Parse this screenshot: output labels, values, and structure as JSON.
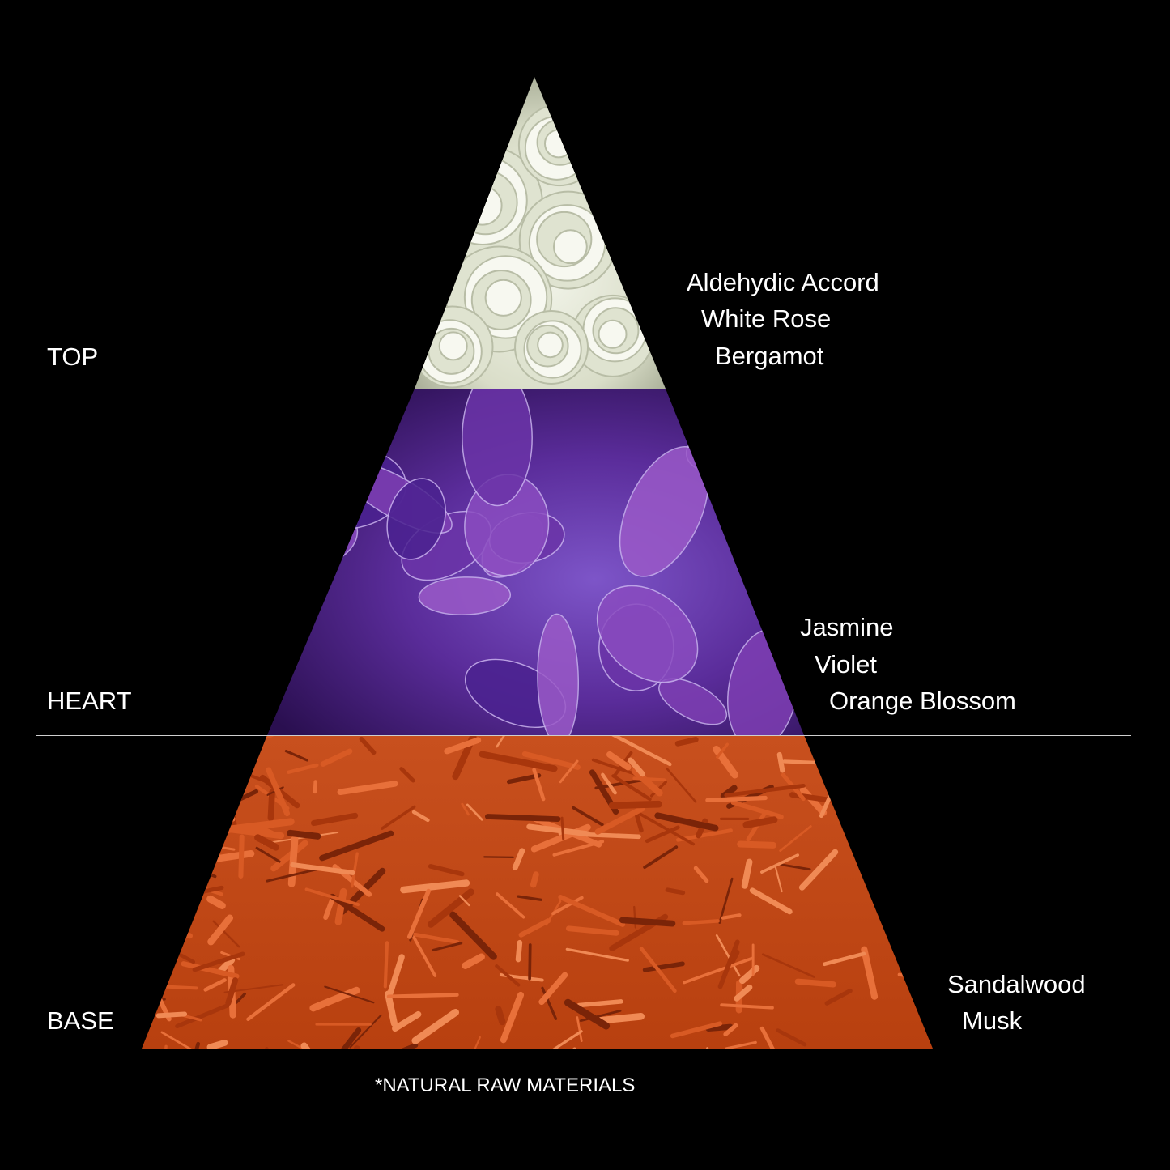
{
  "tiers": [
    {
      "name": "TOP",
      "notes": [
        "Aldehydic Accord",
        "White Rose",
        "Bergamot"
      ],
      "color": "#e8eadf"
    },
    {
      "name": "HEART",
      "notes": [
        "Jasmine",
        "Violet",
        "Orange Blossom"
      ],
      "color": "#5a2c9a"
    },
    {
      "name": "BASE",
      "notes": [
        "Sandalwood",
        "Musk"
      ],
      "color": "#d2521e"
    }
  ],
  "footnote": "*NATURAL RAW MATERIALS"
}
